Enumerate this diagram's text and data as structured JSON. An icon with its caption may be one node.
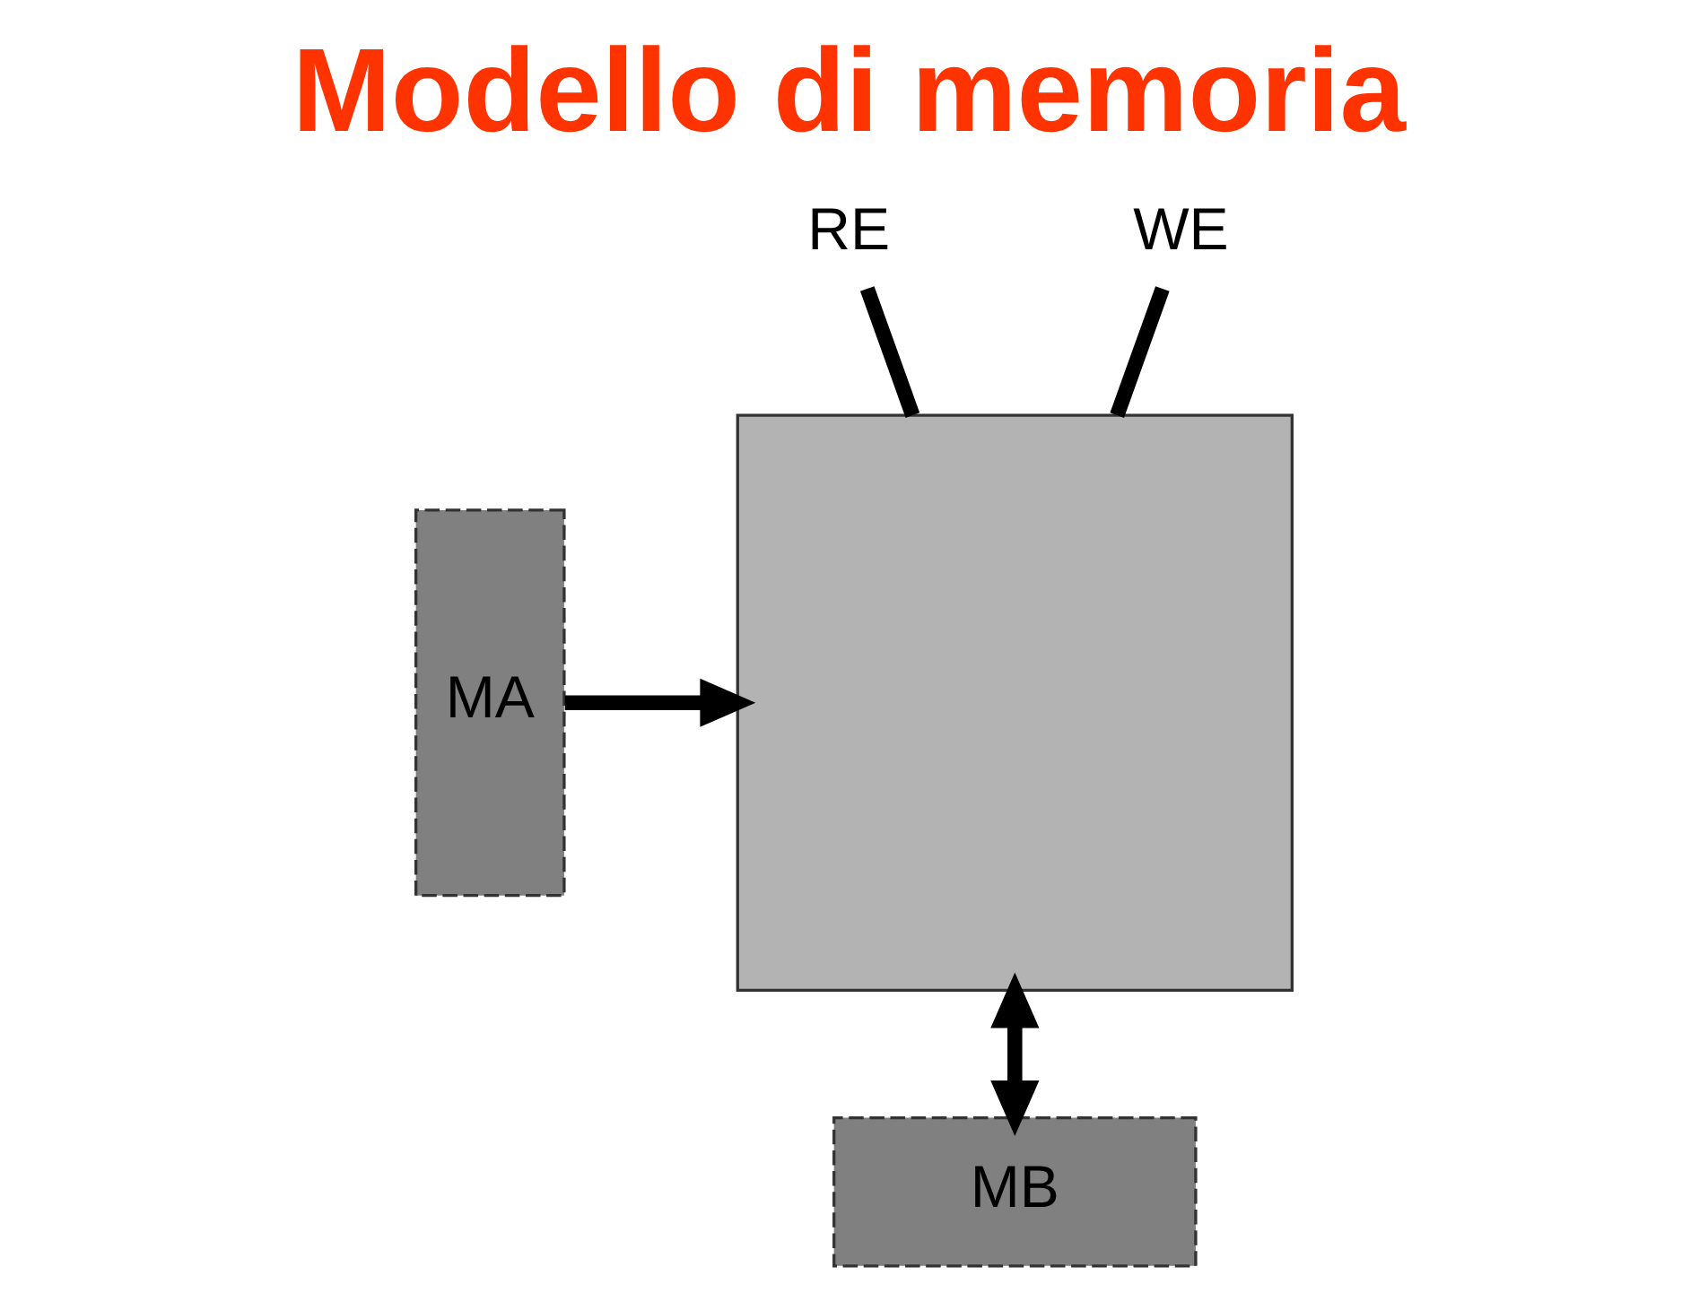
{
  "diagram": {
    "title": "Modello di memoria",
    "nodes": [
      {
        "text": [
          "RE"
        ]
      },
      {
        "text": [
          "WE"
        ]
      },
      {
        "text": [],
        "shape": "box"
      },
      {
        "text": [
          "MA"
        ]
      },
      {
        "text": [
          "MB"
        ]
      }
    ],
    "edges": [
      {
        "from": 0,
        "to": 2,
        "arrow": "none"
      },
      {
        "from": 1,
        "to": 2,
        "arrow": "none"
      },
      {
        "from": 3,
        "to": 2,
        "arrow": "to"
      },
      {
        "from": 2,
        "to": 4,
        "arrow": "both"
      }
    ]
  }
}
